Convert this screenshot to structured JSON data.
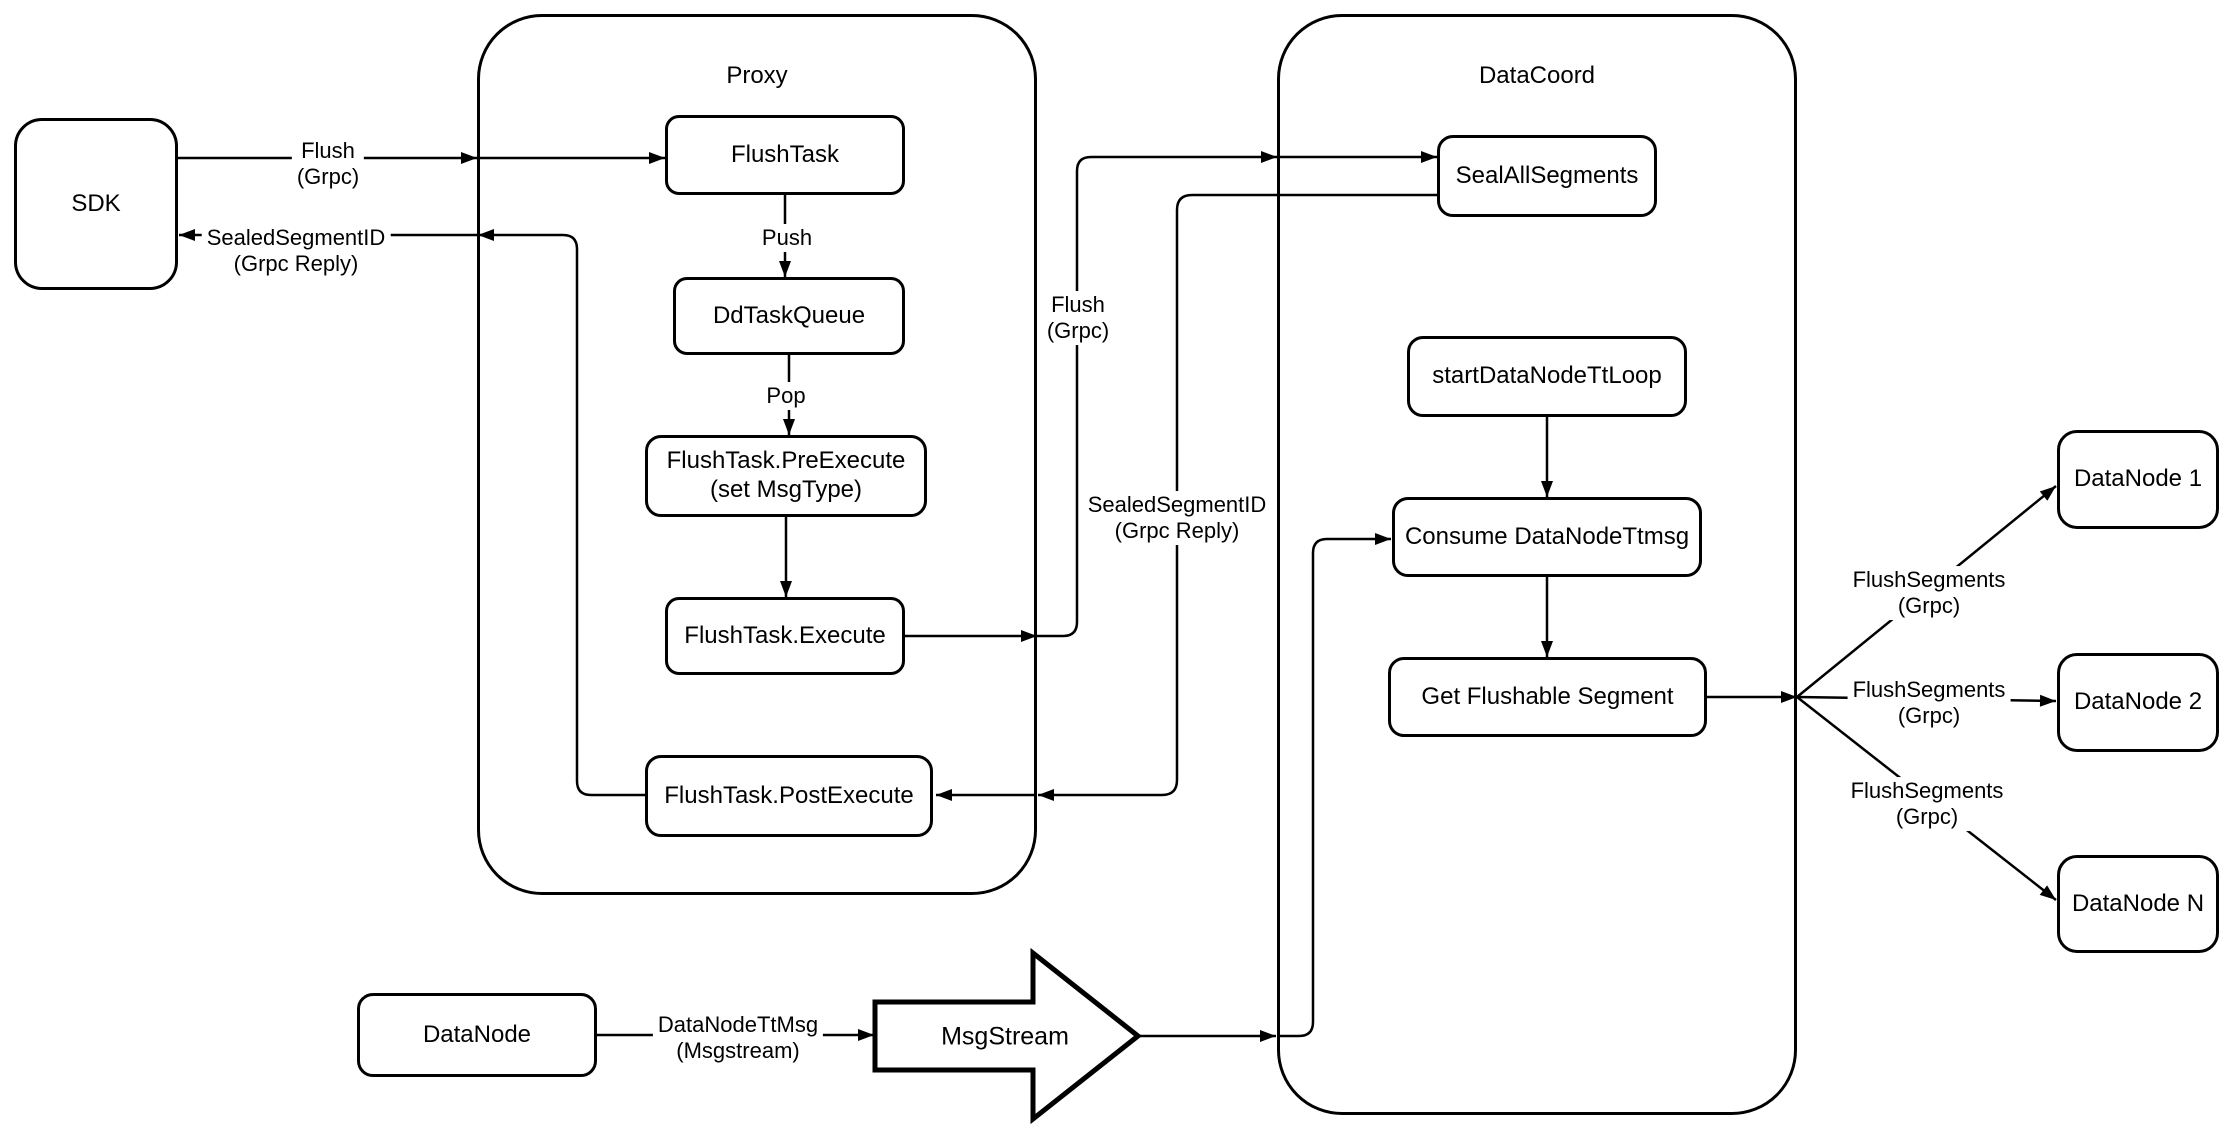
{
  "containers": {
    "proxy": {
      "title": "Proxy"
    },
    "datacoord": {
      "title": "DataCoord"
    }
  },
  "nodes": {
    "sdk": {
      "label": "SDK"
    },
    "flush_task": {
      "label": "FlushTask"
    },
    "dd_task_queue": {
      "label": "DdTaskQueue"
    },
    "flush_task_pre_execute": {
      "label": "FlushTask.PreExecute\n(set MsgType)"
    },
    "flush_task_execute": {
      "label": "FlushTask.Execute"
    },
    "flush_task_post_execute": {
      "label": "FlushTask.PostExecute"
    },
    "seal_all_segments": {
      "label": "SealAllSegments"
    },
    "start_datanode_tt_loop": {
      "label": "startDataNodeTtLoop"
    },
    "consume_datanode_ttmsg": {
      "label": "Consume DataNodeTtmsg"
    },
    "get_flushable_segment": {
      "label": "Get Flushable Segment"
    },
    "datanode_1": {
      "label": "DataNode 1"
    },
    "datanode_2": {
      "label": "DataNode 2"
    },
    "datanode_n": {
      "label": "DataNode N"
    },
    "datanode_source": {
      "label": "DataNode"
    },
    "msgstream": {
      "label": "MsgStream"
    }
  },
  "edge_labels": {
    "flush_grpc_to_proxy": "Flush\n(Grpc)",
    "sealed_segment_id_to_sdk": "SealedSegmentID\n(Grpc Reply)",
    "push": "Push",
    "pop": "Pop",
    "flush_grpc_to_datacoord": "Flush\n(Grpc)",
    "sealed_segment_id_to_proxy": "SealedSegmentID\n(Grpc Reply)",
    "flush_segments_grpc_1": "FlushSegments\n(Grpc)",
    "flush_segments_grpc_2": "FlushSegments\n(Grpc)",
    "flush_segments_grpc_3": "FlushSegments\n(Grpc)",
    "datanode_ttmsg_msgstream": "DataNodeTtMsg\n(Msgstream)"
  },
  "colors": {
    "stroke": "#000000",
    "background": "#ffffff"
  }
}
